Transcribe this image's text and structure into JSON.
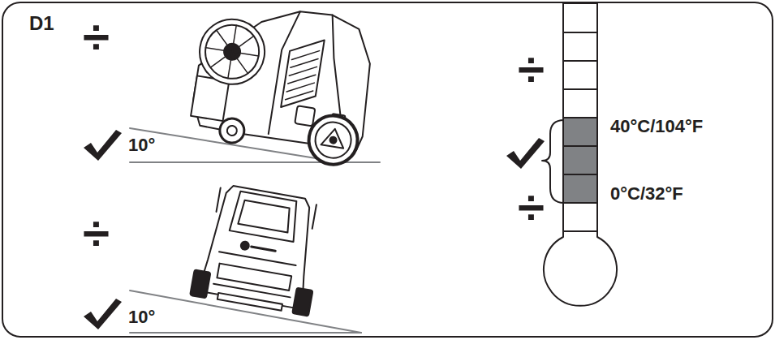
{
  "diagram": {
    "labels": [
      "D1",
      "÷",
      "10°",
      "÷",
      "10°",
      "÷",
      "40°C/104°F",
      "0°C/32°F",
      "÷"
    ]
  }
}
